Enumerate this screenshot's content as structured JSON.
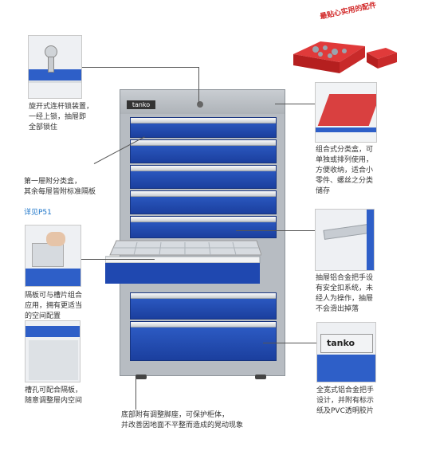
{
  "brand": "tanko",
  "accessory_caption": "最贴心实用的配件",
  "features": {
    "lock": "旋开式连杆锁装置，\n一经上锁，抽屉即\n全部锁住",
    "first_drawer": "第一屉附分类盒，\n其余每屉皆附标准隔板",
    "first_drawer_link": "详见P51",
    "bin_box": "组合式分类盒，可\n单独或排列使用，\n方便收纳，适合小\n零件、螺丝之分类\n储存",
    "partition": "隔板可与槽片组合\n应用，拥有更适当\n的空间配置",
    "handle_lock": "抽屉铝合金把手设\n有安全扣系统，未\n经人为操作，抽屉\n不会滑出掉落",
    "slot": "槽孔可配合隔板，\n随意调整屉内空间",
    "base": "底部附有调整脚座，可保护柜体，\n并改善因地面不平整而造成的晃动现象",
    "full_handle": "全宽式铝合金把手\n设计，并附有标示\n纸及PVC透明胶片"
  },
  "colors": {
    "drawer_blue": "#1f48b0",
    "cabinet_gray": "#b7bcc2",
    "accent_red": "#d22a2a",
    "link_blue": "#1a73c8"
  }
}
